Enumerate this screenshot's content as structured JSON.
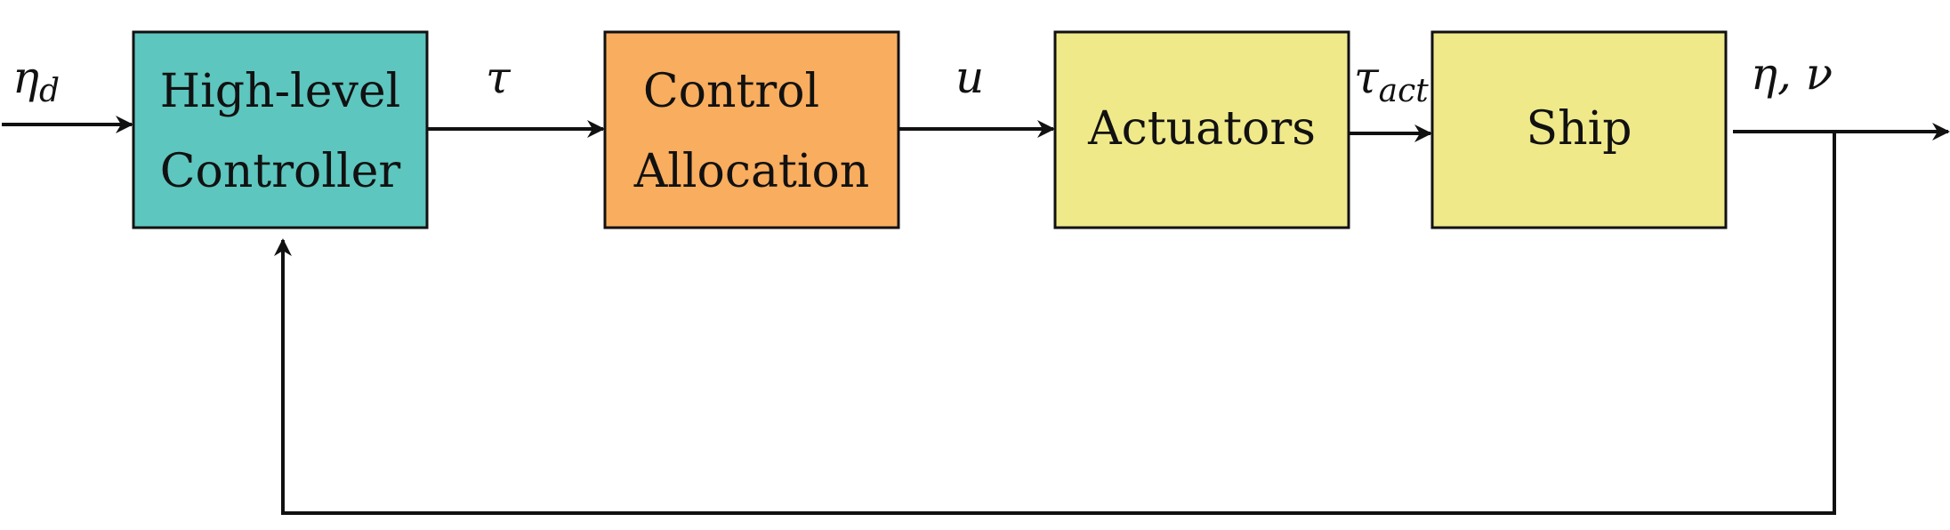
{
  "blocks": {
    "controller": {
      "lines": [
        "High-level",
        "Controller"
      ],
      "color": "#5dc6bf"
    },
    "allocation": {
      "lines": [
        "Control",
        "Allocation"
      ],
      "color": "#f9ad5e"
    },
    "actuators": {
      "lines": [
        "Actuators"
      ],
      "color": "#efe98a"
    },
    "ship": {
      "lines": [
        "Ship"
      ],
      "color": "#efe98a"
    }
  },
  "signals": {
    "eta_d": {
      "main": "η",
      "sub": "d"
    },
    "tau": {
      "main": "τ"
    },
    "u": {
      "main": "u"
    },
    "tau_act": {
      "main": "τ",
      "sub": "act"
    },
    "eta_nu": {
      "main": "η, ν"
    }
  },
  "colors": {
    "line": "#111111",
    "border": "#111111"
  }
}
